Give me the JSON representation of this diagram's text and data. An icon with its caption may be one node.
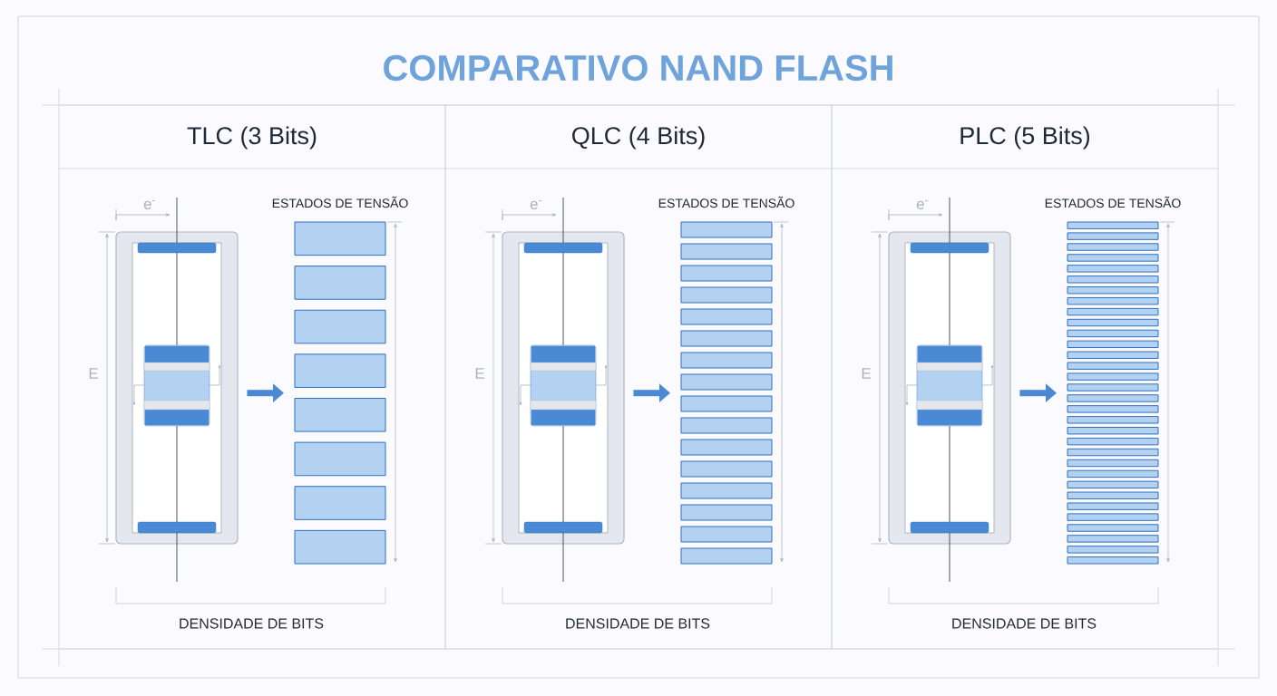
{
  "diagram": {
    "title": "COMPARATIVO NAND FLASH",
    "nodes": [
      {
        "text": [
          "TLC (3 Bits)"
        ]
      },
      {
        "text": [],
        "shape": "picture",
        "in": 0
      },
      {
        "text": [],
        "shape": "bar",
        "in": 0,
        "beside": [
          "ESTADOS DE TENSÃO"
        ]
      },
      {
        "text": [
          "QLC (4 Bits)"
        ]
      },
      {
        "text": [],
        "shape": "picture",
        "in": 3
      },
      {
        "text": [],
        "shape": "bar",
        "in": 3,
        "beside": [
          "ESTADOS DE TENSÃO"
        ]
      },
      {
        "text": [
          "PLC (5 Bits)"
        ]
      },
      {
        "text": [],
        "shape": "picture",
        "in": 6
      },
      {
        "text": [],
        "shape": "bar",
        "in": 6,
        "beside": [
          "ESTADOS DE TENSÃO"
        ]
      }
    ],
    "edges": [
      {
        "from": 1,
        "to": 2,
        "arrow": "to"
      },
      {
        "from": 4,
        "to": 5,
        "arrow": "to"
      },
      {
        "from": 7,
        "to": 8,
        "arrow": "to"
      }
    ],
    "labels": [
      "e$^{-}$",
      "E",
      "DENSIDADE DE BITS",
      "e$^{-}$",
      "E",
      "DENSIDADE DE BITS",
      "e$^{-}$",
      "E",
      "DENSIDADE DE BITS"
    ]
  }
}
